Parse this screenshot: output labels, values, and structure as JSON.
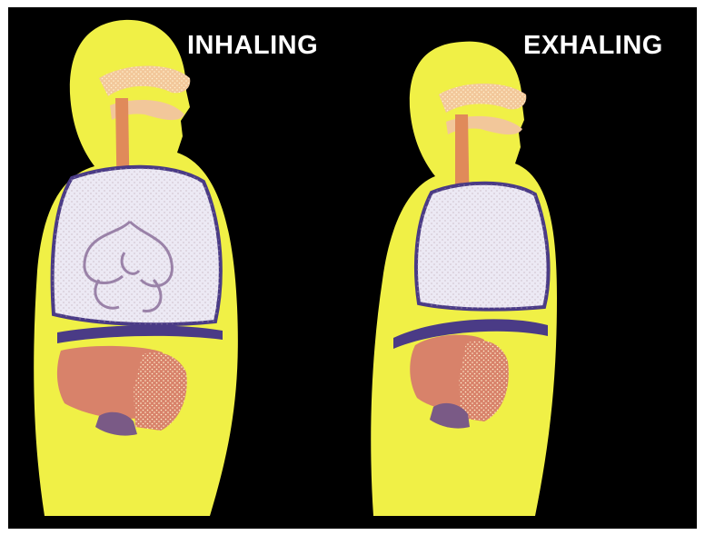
{
  "labels": {
    "inhaling": "INHALING",
    "exhaling": "EXHALING"
  },
  "colors": {
    "background": "#000000",
    "body": "#f0f046",
    "lungs": "#ece9f4",
    "lung_outline": "#4a3b86",
    "diaphragm": "#4a3b86",
    "airway": "#e08a5a",
    "nasal_cavity": "#f2c79a",
    "liver": "#d8826a",
    "stomach": "#7a5a86"
  },
  "figures": [
    {
      "name": "inhaling-figure",
      "diaphragm_state": "flattened",
      "lung_state": "expanded"
    },
    {
      "name": "exhaling-figure",
      "diaphragm_state": "domed",
      "lung_state": "contracted"
    }
  ]
}
